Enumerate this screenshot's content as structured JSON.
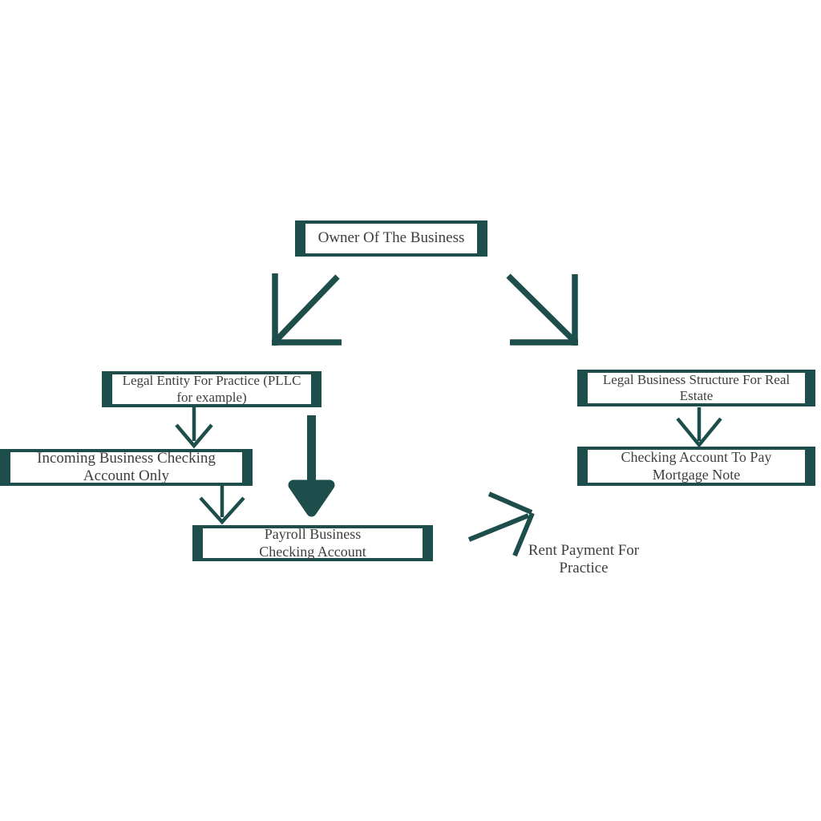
{
  "diagram": {
    "colors": {
      "accent": "#1e4e4c",
      "text": "#3e3e3e",
      "background": "#ffffff"
    },
    "nodes": {
      "owner": {
        "label": "Owner Of The Business"
      },
      "legal_entity": {
        "label": "Legal Entity For Practice (PLLC\nfor example)"
      },
      "incoming_checking": {
        "label": "Incoming Business Checking\nAccount Only"
      },
      "payroll_checking": {
        "label": "Payroll Business\nChecking Account"
      },
      "legal_structure": {
        "label": "Legal Business Structure For Real\nEstate"
      },
      "mortgage_checking": {
        "label": "Checking Account To Pay\nMortgage Note"
      }
    },
    "annotations": {
      "rent_payment": {
        "label": "Rent Payment For\nPractice"
      }
    },
    "edges": [
      {
        "from": "owner",
        "to": "legal_entity",
        "type": "diagonal-corner-arrow"
      },
      {
        "from": "owner",
        "to": "legal_structure",
        "type": "diagonal-corner-arrow"
      },
      {
        "from": "legal_entity",
        "to": "incoming_checking",
        "type": "thin-v-arrow"
      },
      {
        "from": "legal_entity",
        "to": "payroll_checking",
        "type": "thick-solid-arrow"
      },
      {
        "from": "incoming_checking",
        "to": "payroll_checking",
        "type": "thin-v-arrow"
      },
      {
        "from": "legal_structure",
        "to": "mortgage_checking",
        "type": "thin-v-arrow"
      },
      {
        "from": "payroll_checking",
        "to": "mortgage_checking",
        "type": "open-sketch-arrow",
        "label": "Rent Payment For Practice"
      }
    ]
  }
}
